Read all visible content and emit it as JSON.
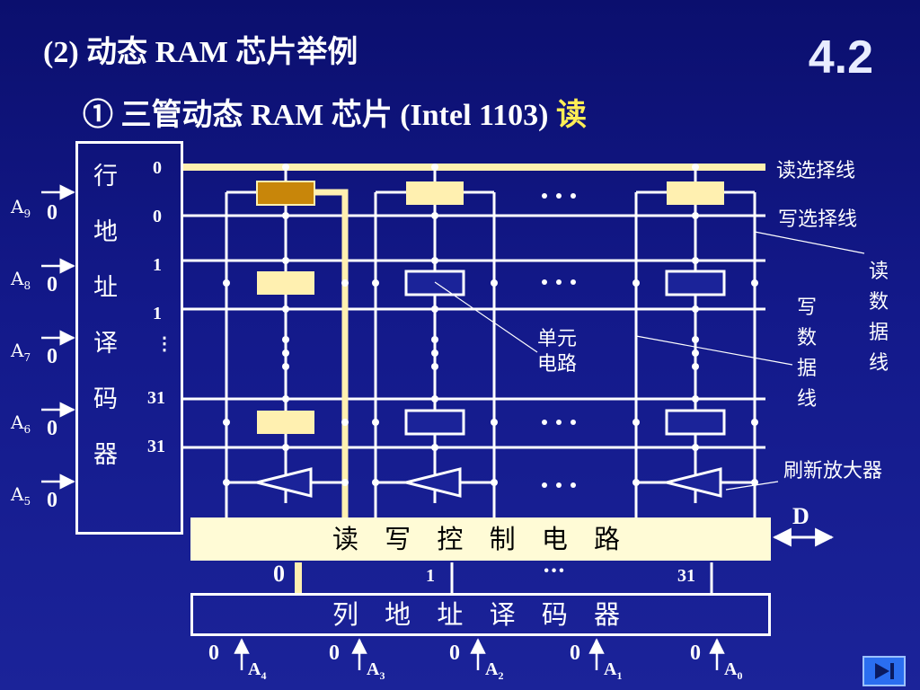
{
  "header": {
    "title": "(2)  动态 RAM 芯片举例",
    "subtitle_prefix": "① 三管动态 RAM 芯片 (Intel 1103) ",
    "subtitle_read": "读",
    "section": "4.2"
  },
  "row_decoder": {
    "chars": [
      "行",
      "地",
      "址",
      "译",
      "码",
      "器"
    ],
    "inputs": [
      {
        "label": "A",
        "sub": "9",
        "value": "0"
      },
      {
        "label": "A",
        "sub": "8",
        "value": "0"
      },
      {
        "label": "A",
        "sub": "7",
        "value": "0"
      },
      {
        "label": "A",
        "sub": "6",
        "value": "0"
      },
      {
        "label": "A",
        "sub": "5",
        "value": "0"
      }
    ],
    "row_numbers": [
      "0",
      "0",
      "1",
      "1",
      "⋮",
      "31",
      "31"
    ]
  },
  "annotations": {
    "read_select": "读选择线",
    "write_select": "写选择线",
    "read_data": [
      "读",
      "数",
      "据",
      "线"
    ],
    "write_data": [
      "写",
      "数",
      "据",
      "线"
    ],
    "cell": "单元\n电路",
    "refresh_amp": "刷新放大器",
    "d_label": "D"
  },
  "control": {
    "label": "读 写 控 制 电 路"
  },
  "col_outputs": {
    "first": "0",
    "second": "1",
    "dots": "···",
    "last": "31"
  },
  "col_decoder": {
    "label": "列 地 址 译 码 器",
    "inputs": [
      {
        "label": "A",
        "sub": "4",
        "value": "0"
      },
      {
        "label": "A",
        "sub": "3",
        "value": "0"
      },
      {
        "label": "A",
        "sub": "2",
        "value": "0"
      },
      {
        "label": "A",
        "sub": "1",
        "value": "0"
      },
      {
        "label": "A",
        "sub": "0",
        "value": "0"
      }
    ]
  },
  "colors": {
    "highlight": "#fff0b0",
    "active_cell": "#c8860a",
    "line": "#ffffff"
  },
  "nav": {
    "icon": "next-slide-icon"
  }
}
